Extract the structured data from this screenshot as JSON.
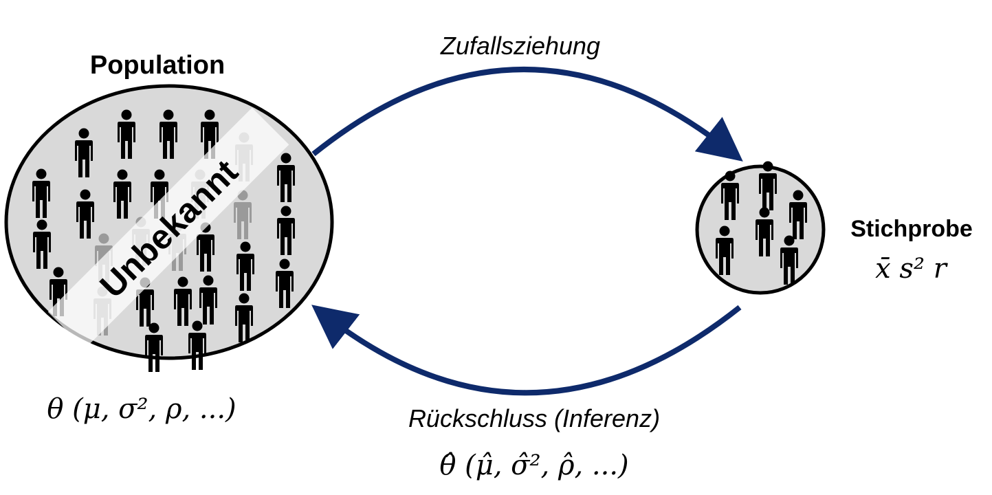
{
  "population": {
    "title": "Population",
    "overlay_label": "Unbekannt",
    "params_label": "θ (μ, σ², ρ, ...)",
    "fill_color": "#d9d9d9",
    "border_color": "#000000"
  },
  "sample": {
    "title": "Stichprobe",
    "stats_label": "x̄  s²  r",
    "fill_color": "#d9d9d9",
    "border_color": "#000000"
  },
  "arrows": {
    "top_label": "Zufallsziehung",
    "bottom_label": "Rückschluss (Inferenz)",
    "estimates_label": "θ̂ (μ̂, σ̂², ρ̂, ...)",
    "color": "#0e2a6b"
  },
  "person_icon": "person-icon"
}
